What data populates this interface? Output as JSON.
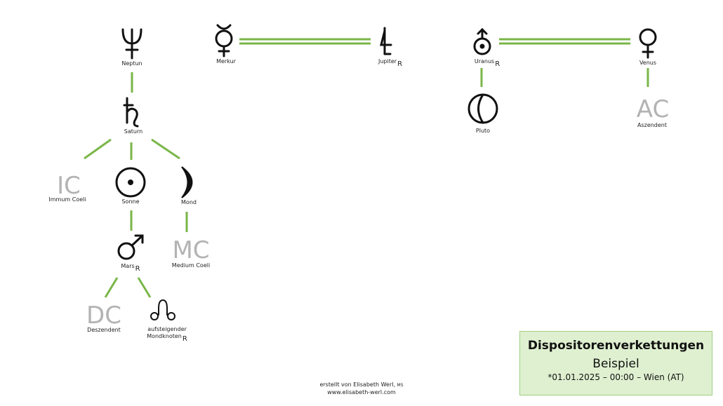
{
  "nodes": {
    "neptun": {
      "label": "Neptun",
      "retro": ""
    },
    "saturn": {
      "label": "Saturn",
      "retro": ""
    },
    "ic": {
      "symbol": "IC",
      "label": "Immum Coeli"
    },
    "sonne": {
      "label": "Sonne",
      "retro": ""
    },
    "mond": {
      "label": "Mond",
      "retro": ""
    },
    "mars": {
      "label": "Mars",
      "retro": "R"
    },
    "mc": {
      "symbol": "MC",
      "label": "Medium Coeli"
    },
    "dc": {
      "symbol": "DC",
      "label": "Deszendent"
    },
    "mondknoten": {
      "label_line1": "aufsteigender",
      "label_line2": "Mondknoten",
      "retro": "R"
    },
    "merkur": {
      "label": "Merkur",
      "retro": ""
    },
    "jupiter": {
      "label": "Jupiter",
      "retro": "R"
    },
    "uranus": {
      "label": "Uranus",
      "retro": "R"
    },
    "pluto": {
      "label": "Pluto",
      "retro": ""
    },
    "venus": {
      "label": "Venus",
      "retro": ""
    },
    "ac": {
      "symbol": "AC",
      "label": "Aszendent"
    }
  },
  "infobox": {
    "title": "Dispositorenverkettungen",
    "subtitle": "Beispiel",
    "date": "*01.01.2025 – 00:00 – Wien (AT)"
  },
  "footer": {
    "line1": "erstellt von Elisabeth Werl,",
    "suffix": "MS",
    "line2": "www.elisabeth-werl.com"
  },
  "colors": {
    "connector": "#7ab648",
    "angle_text": "#b3b3b3",
    "infobox_bg": "#dff0d0",
    "infobox_border": "#9fcf80"
  }
}
